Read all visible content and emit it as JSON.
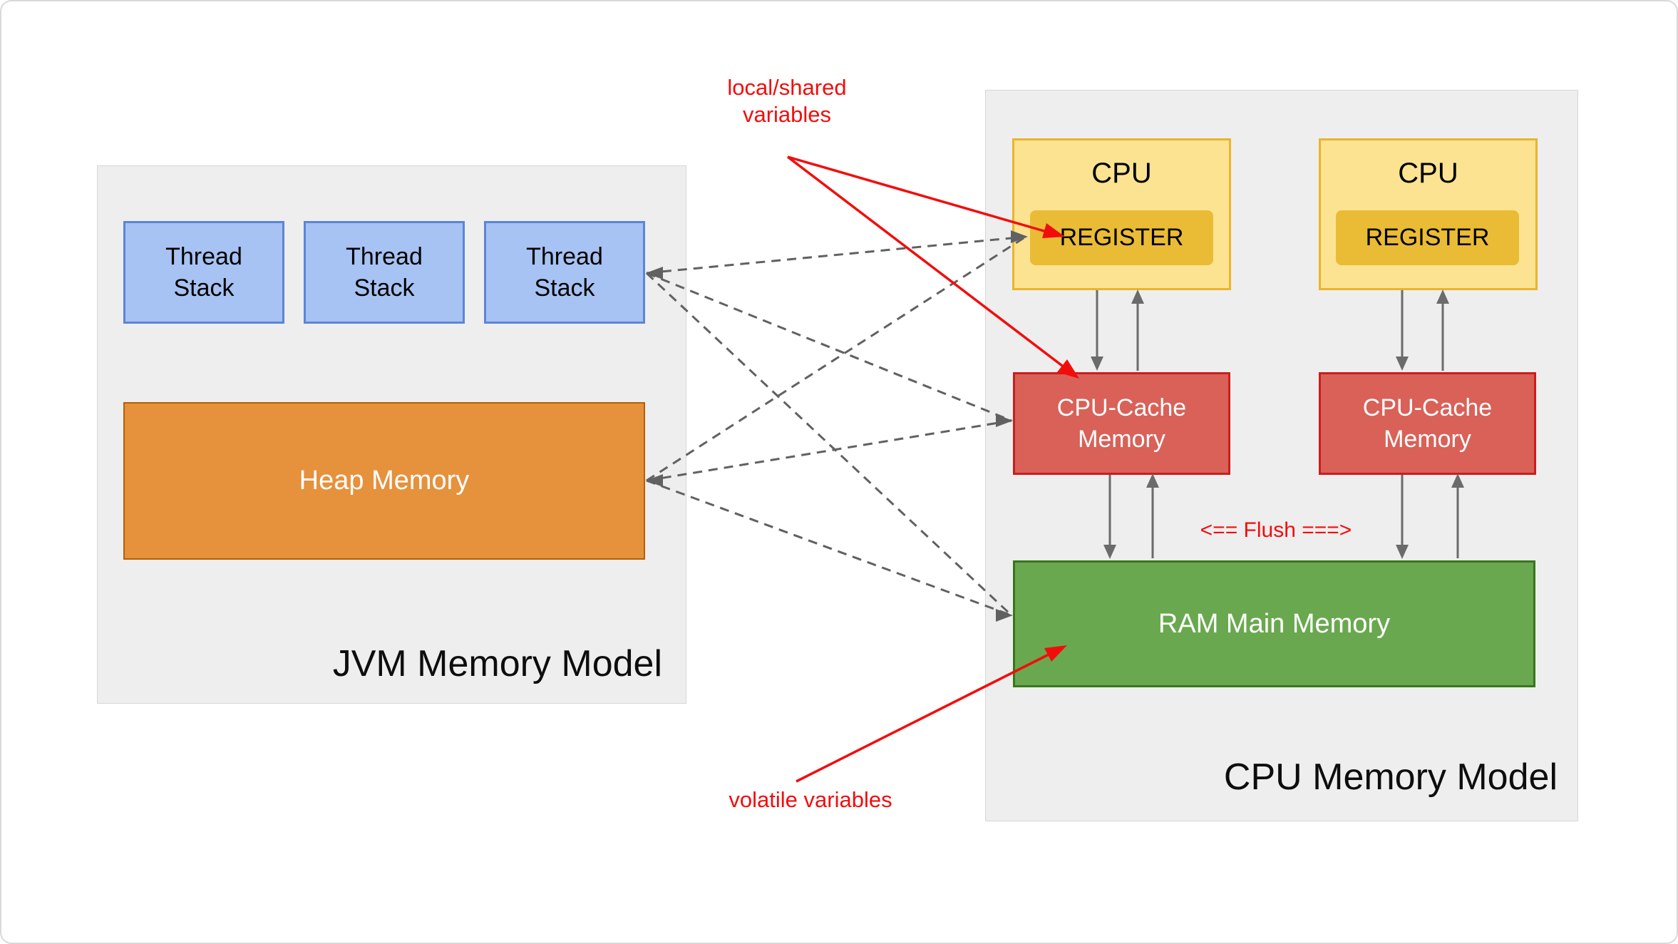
{
  "colors": {
    "page_border": "#d9d9d9",
    "panel_bg": "#eeeeee",
    "panel_border": "#d6d6d6",
    "thread_fill": "#a7c3f3",
    "thread_border": "#5c85d6",
    "heap_fill": "#e6913c",
    "heap_border": "#b45f06",
    "cpu_fill": "#fbe391",
    "cpu_border": "#eab42e",
    "register_fill": "#eabc35",
    "cache_fill": "#d96158",
    "cache_border": "#cb1d1d",
    "ram_fill": "#6aa84f",
    "ram_border": "#38761d",
    "dashed_arrow": "#616161",
    "solid_arrow": "#6b6b6b",
    "red": "#f20d0d",
    "text_dark": "#000000",
    "text_light": "#ffffff"
  },
  "jvm_panel": {
    "label": "JVM Memory Model",
    "thread_stacks": [
      "Thread Stack",
      "Thread Stack",
      "Thread Stack"
    ],
    "heap_label": "Heap Memory"
  },
  "cpu_panel": {
    "label": "CPU Memory Model",
    "flush_label": "<== Flush ===>",
    "ram_label": "RAM Main Memory",
    "cpus": [
      {
        "title": "CPU",
        "register_label": "REGISTER",
        "cache_label": "CPU-Cache Memory"
      },
      {
        "title": "CPU",
        "register_label": "REGISTER",
        "cache_label": "CPU-Cache Memory"
      }
    ]
  },
  "annotations": {
    "local_shared_label": "local/shared variables",
    "volatile_label": "volatile variables"
  }
}
